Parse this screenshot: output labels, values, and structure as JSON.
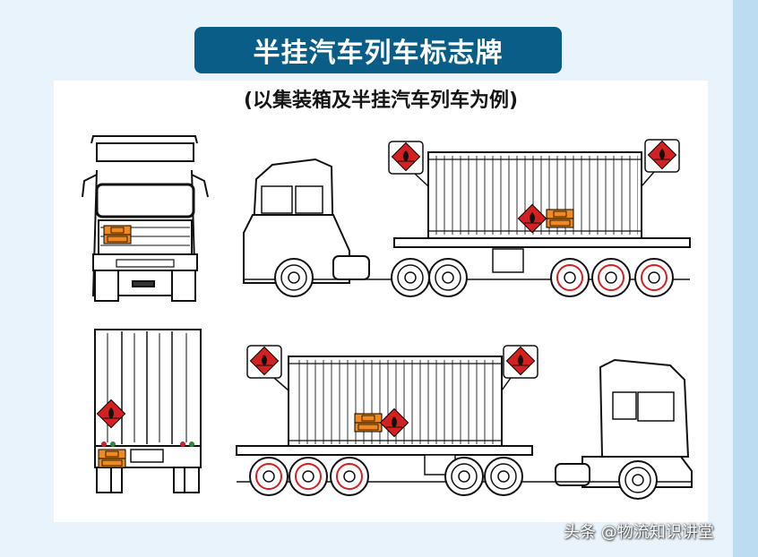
{
  "header": {
    "title": "半挂汽车列车标志牌"
  },
  "figure": {
    "subtitle": "(以集装箱及半挂汽车列车为例)"
  },
  "footer": {
    "watermark": "头条 @物流知识讲堂"
  },
  "colors": {
    "banner": "#0a5d86",
    "hazard_diamond": "#d42020",
    "plate_orange": "#f08a1c"
  },
  "icons": [
    "flammable-diamond-icon",
    "orange-hazard-plate-icon"
  ]
}
